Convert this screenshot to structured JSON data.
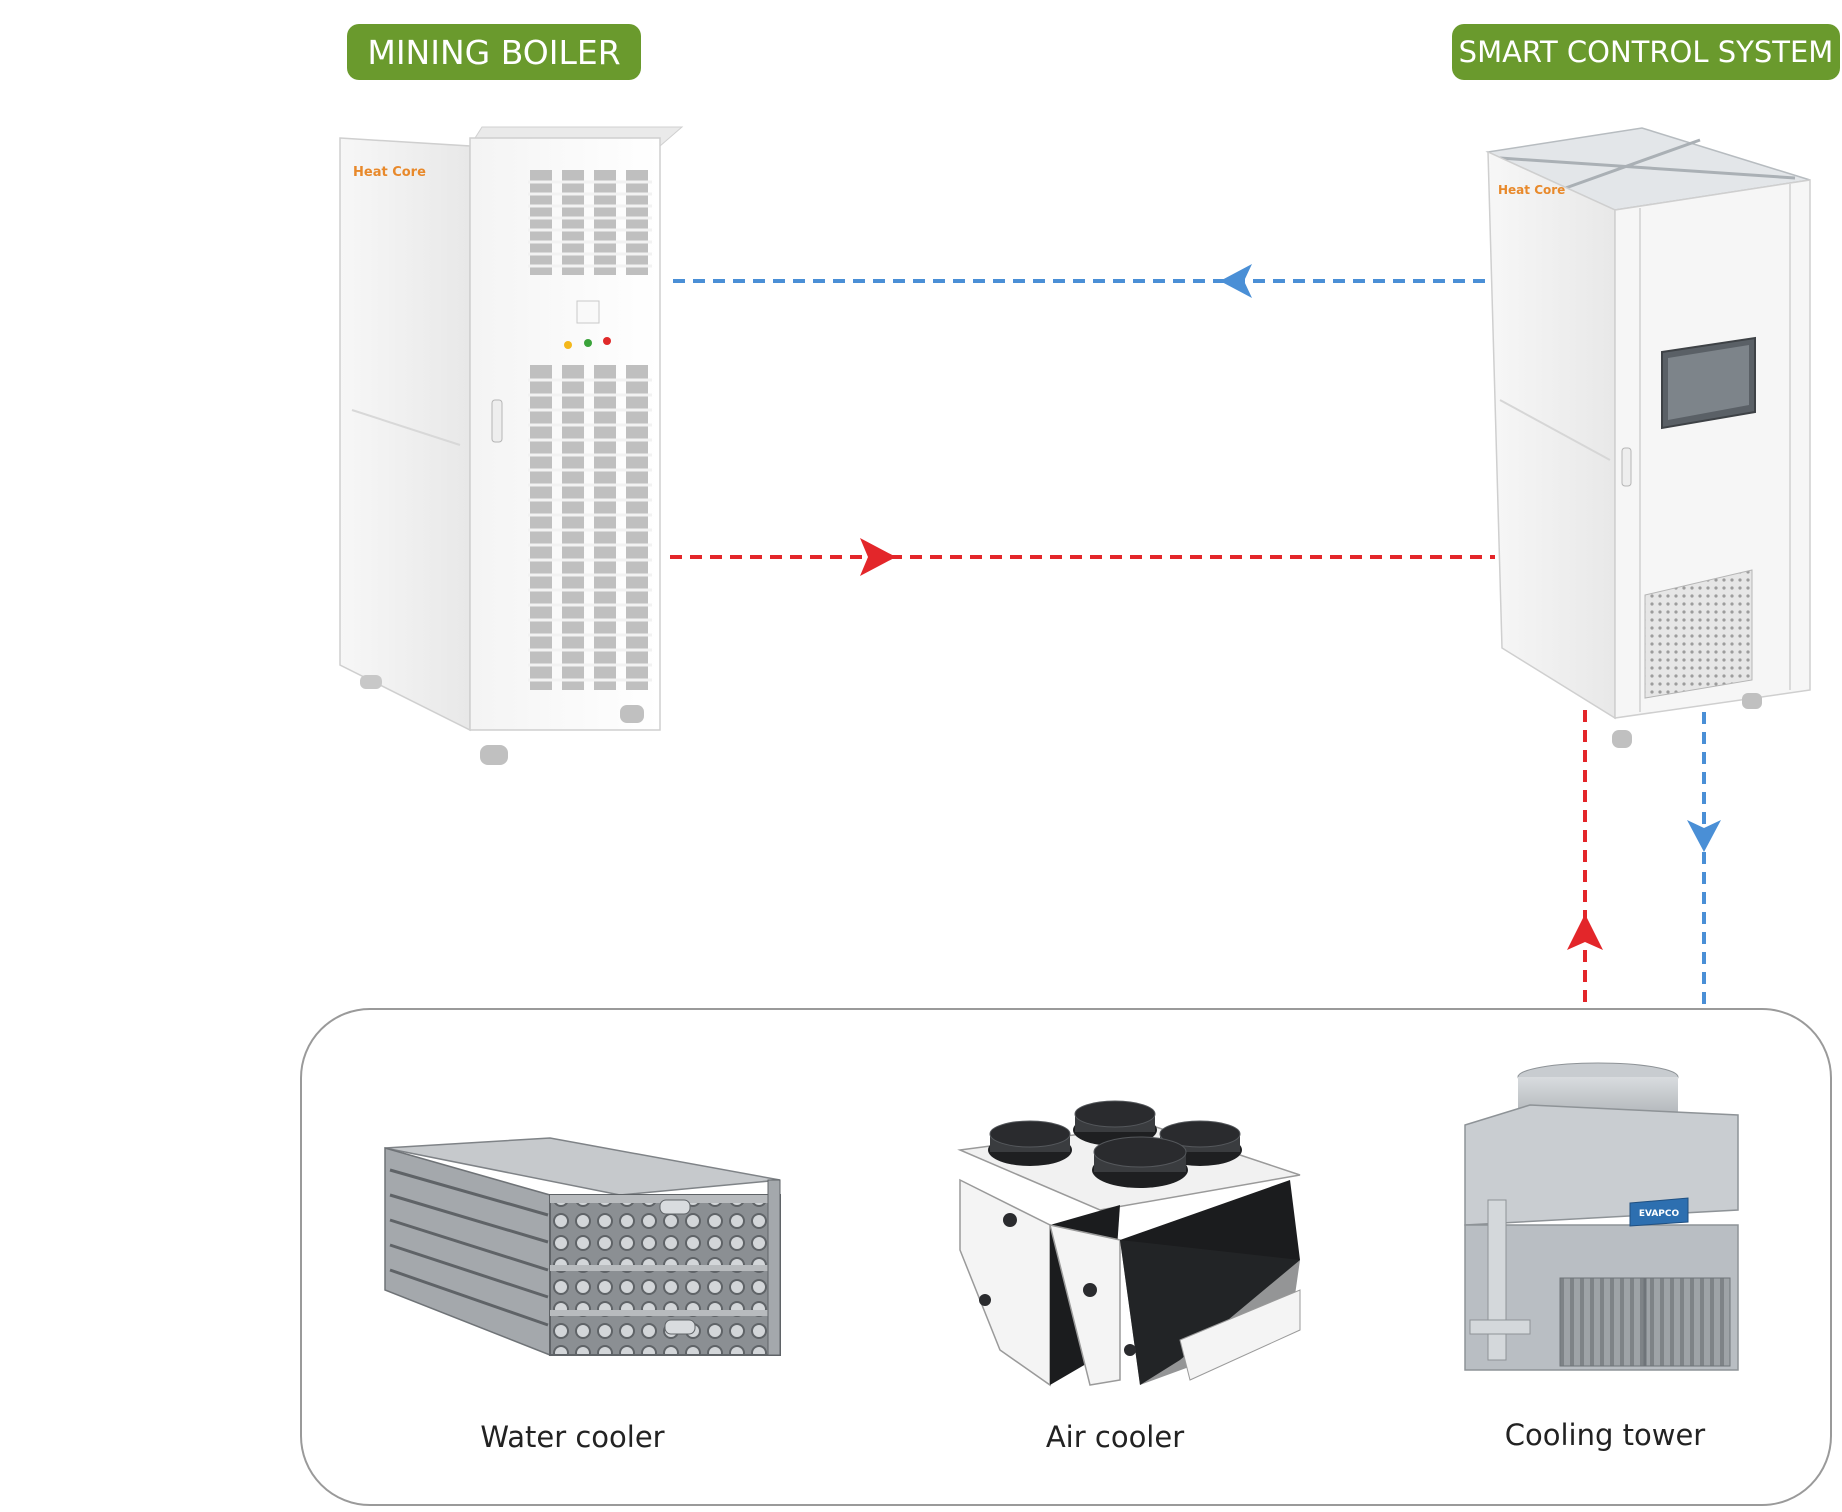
{
  "nodes": {
    "mining_boiler": {
      "label": "MINING BOILER",
      "logo": "Heat Core"
    },
    "smart_control": {
      "label": "SMART CONTROL SYSTEM",
      "logo": "Heat Core"
    },
    "water_cooler": {
      "label": "Water cooler"
    },
    "air_cooler": {
      "label": "Air cooler"
    },
    "cooling_tower": {
      "label": "Cooling tower",
      "brand_plate": "EVAPCO"
    }
  },
  "colors": {
    "badge": "#6a9a2d",
    "cold_line": "#4a8fd6",
    "hot_line": "#e3262a",
    "panel_border": "#9a9a9a"
  },
  "flows": [
    {
      "from": "smart_control",
      "to": "mining_boiler",
      "line": "cold"
    },
    {
      "from": "mining_boiler",
      "to": "smart_control",
      "line": "hot"
    },
    {
      "from": "smart_control",
      "to": "cooling_tower",
      "line": "cold"
    },
    {
      "from": "cooling_tower",
      "to": "smart_control",
      "line": "hot"
    }
  ]
}
